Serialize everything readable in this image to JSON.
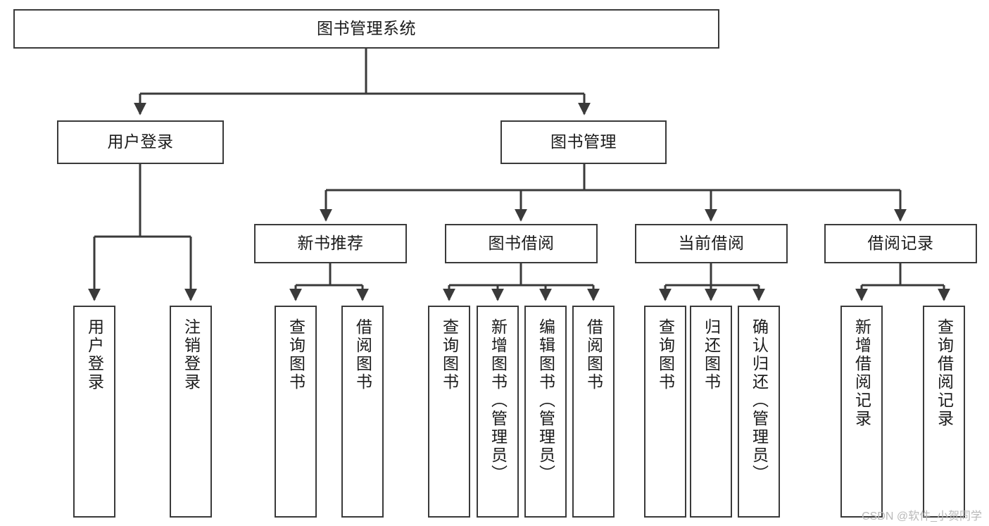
{
  "diagram": {
    "type": "hierarchy-tree",
    "title": "图书管理系统",
    "watermark": "CSDN @软件_小贺同学",
    "colors": {
      "stroke": "#3a3a3a",
      "fill": "#ffffff",
      "text": "#1b1b1b",
      "watermark": "#b9b9b9"
    },
    "nodes": {
      "root": {
        "label": "图书管理系统",
        "orientation": "horizontal"
      },
      "level2": [
        {
          "id": "user-login",
          "label": "用户登录",
          "orientation": "horizontal"
        },
        {
          "id": "book-manage",
          "label": "图书管理",
          "orientation": "horizontal"
        }
      ],
      "level3": [
        {
          "id": "new-book-recommend",
          "label": "新书推荐",
          "orientation": "horizontal"
        },
        {
          "id": "book-borrow",
          "label": "图书借阅",
          "orientation": "horizontal"
        },
        {
          "id": "current-borrow",
          "label": "当前借阅",
          "orientation": "horizontal"
        },
        {
          "id": "borrow-record",
          "label": "借阅记录",
          "orientation": "horizontal"
        }
      ],
      "leaves": [
        {
          "id": "leaf-user-login",
          "label": "用户登录",
          "parent": "user-login",
          "orientation": "vertical"
        },
        {
          "id": "leaf-logout",
          "label": "注销登录",
          "parent": "user-login",
          "orientation": "vertical"
        },
        {
          "id": "leaf-query-book-1",
          "label": "查询图书",
          "parent": "new-book-recommend",
          "orientation": "vertical"
        },
        {
          "id": "leaf-borrow-book-1",
          "label": "借阅图书",
          "parent": "new-book-recommend",
          "orientation": "vertical"
        },
        {
          "id": "leaf-query-book-2",
          "label": "查询图书",
          "parent": "book-borrow",
          "orientation": "vertical"
        },
        {
          "id": "leaf-add-book",
          "label": "新增图书（管理员）",
          "parent": "book-borrow",
          "orientation": "vertical"
        },
        {
          "id": "leaf-edit-book",
          "label": "编辑图书（管理员）",
          "parent": "book-borrow",
          "orientation": "vertical"
        },
        {
          "id": "leaf-borrow-book-2",
          "label": "借阅图书",
          "parent": "book-borrow",
          "orientation": "vertical"
        },
        {
          "id": "leaf-query-book-3",
          "label": "查询图书",
          "parent": "current-borrow",
          "orientation": "vertical"
        },
        {
          "id": "leaf-return-book",
          "label": "归还图书",
          "parent": "current-borrow",
          "orientation": "vertical"
        },
        {
          "id": "leaf-confirm-return",
          "label": "确认归还（管理员）",
          "parent": "current-borrow",
          "orientation": "vertical"
        },
        {
          "id": "leaf-add-record",
          "label": "新增借阅记录",
          "parent": "borrow-record",
          "orientation": "vertical"
        },
        {
          "id": "leaf-query-record",
          "label": "查询借阅记录",
          "parent": "borrow-record",
          "orientation": "vertical"
        }
      ]
    }
  }
}
